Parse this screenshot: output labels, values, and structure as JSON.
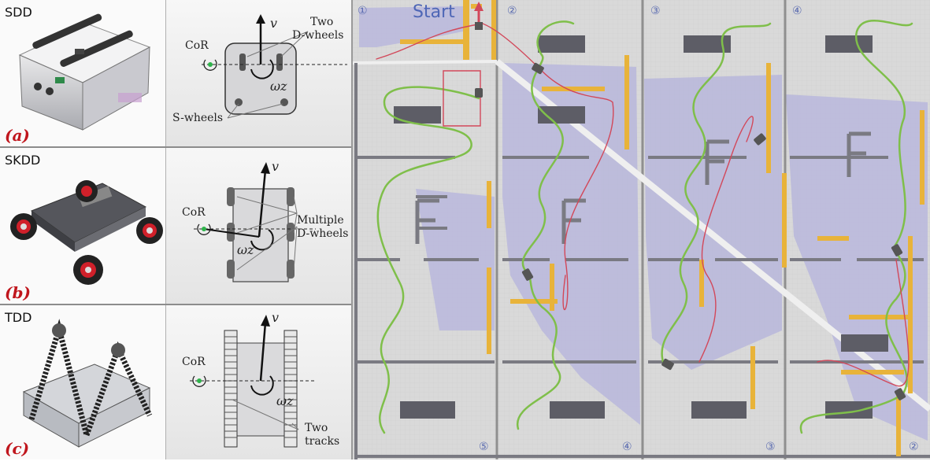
{
  "panels": [
    {
      "title": "SDD",
      "label": "(a)",
      "texts": {
        "cor": "CoR",
        "v": "v",
        "wz": "ωz",
        "wheels_top": "Two",
        "wheels_bottom": "D-wheels",
        "swheels": "S-wheels"
      }
    },
    {
      "title": "SKDD",
      "label": "(b)",
      "texts": {
        "cor": "CoR",
        "v": "v",
        "wz": "ωz",
        "wheels_top": "Multiple",
        "wheels_bottom": "D-wheels"
      }
    },
    {
      "title": "TDD",
      "label": "(c)",
      "texts": {
        "cor": "CoR",
        "v": "v",
        "wz": "ωz",
        "wheels_top": "Two",
        "wheels_bottom": "tracks"
      }
    }
  ],
  "maps": {
    "start_label": "Start",
    "numbers": [
      "①",
      "②",
      "③",
      "④",
      "⑤",
      "④",
      "③",
      "②"
    ]
  },
  "colors": {
    "free_space": "#d9d9d9",
    "explored": "#b9b7dc",
    "obstacle": "#77777f",
    "frontier": "#e8b33a",
    "path_green": "#7fbf4a",
    "path_red": "#d2485a",
    "label_red": "#c0161d"
  }
}
